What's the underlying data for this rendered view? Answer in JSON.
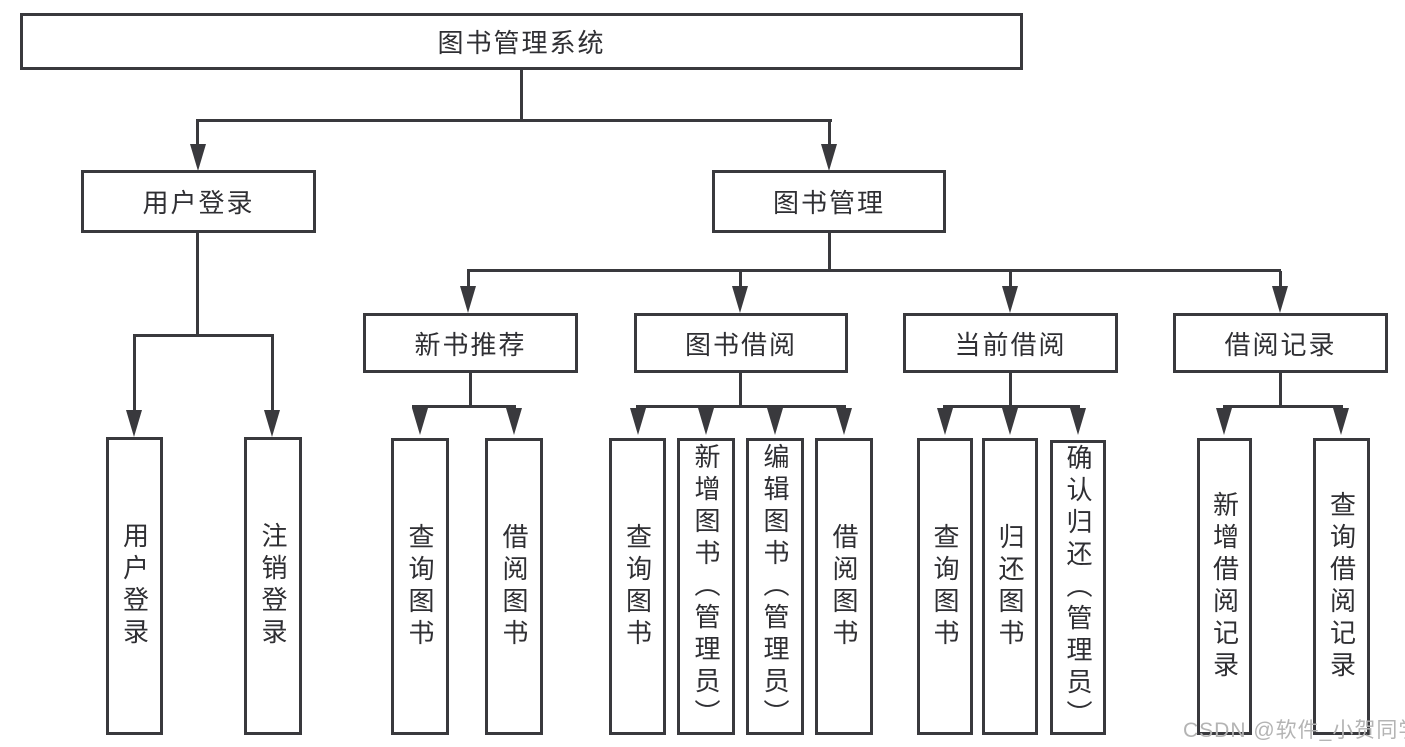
{
  "diagram": {
    "root": "图书管理系统",
    "level2": {
      "user_login": "用户登录",
      "book_management": "图书管理"
    },
    "level3": {
      "new_books": "新书推荐",
      "borrowing": "图书借阅",
      "current": "当前借阅",
      "records": "借阅记录"
    },
    "leaves": {
      "user_login": [
        "用户登录",
        "注销登录"
      ],
      "new_books": [
        "查询图书",
        "借阅图书"
      ],
      "borrowing": [
        "查询图书",
        "新增图书（管理员）",
        "编辑图书（管理员）",
        "借阅图书"
      ],
      "current": [
        "查询图书",
        "归还图书",
        "确认归还（管理员）"
      ],
      "records": [
        "新增借阅记录",
        "查询借阅记录"
      ]
    }
  },
  "watermark": "CSDN @软件_小贺同学",
  "colors": {
    "line": "#39393d",
    "text": "#2f2f33",
    "watermark": "#b4b4b4",
    "background": "#ffffff"
  }
}
